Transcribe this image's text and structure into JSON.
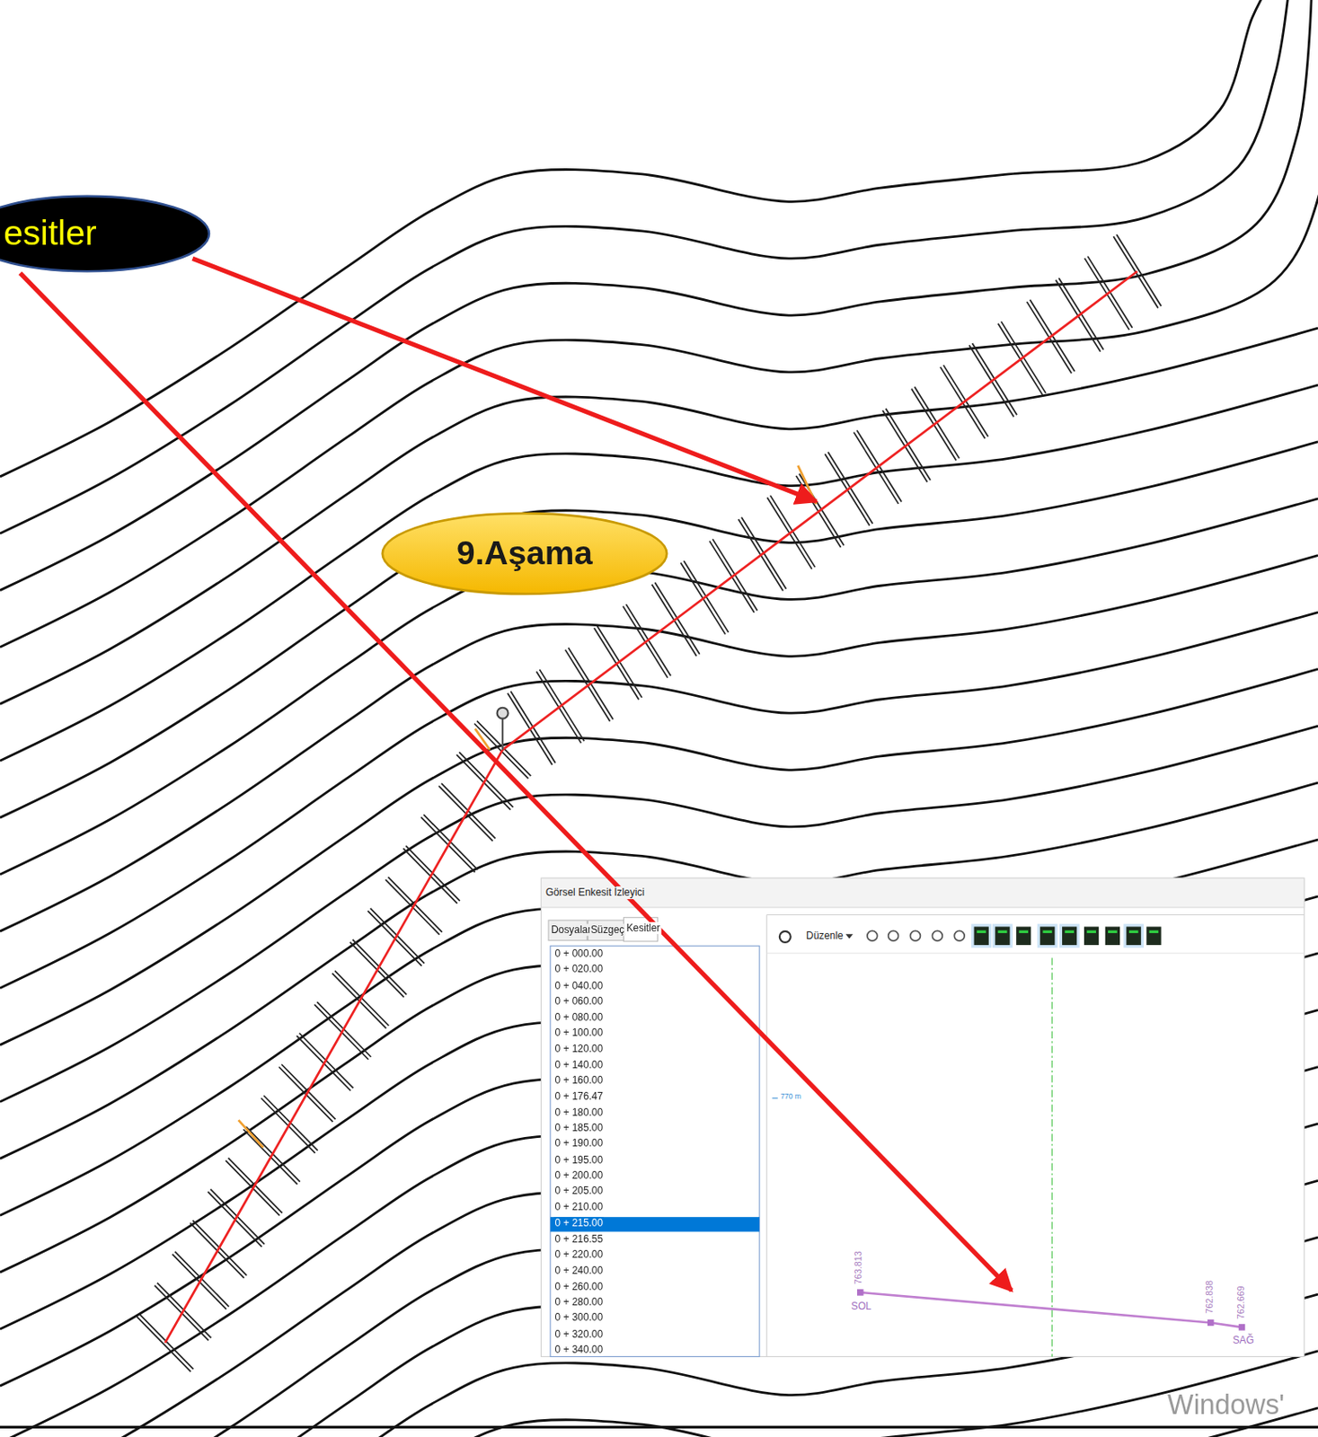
{
  "diagram": {
    "nodes": [
      {
        "text": [
          "esitler"
        ]
      },
      {
        "text": [
          "9.Aşama"
        ]
      }
    ],
    "labels": [
      "Görsel Enkesit İzleyici",
      "Dosyalar",
      "Süzgeç",
      "Kesitler",
      "0 + 000.00",
      "0 + 020.00",
      "0 + 040.00",
      "0 + 060.00",
      "0 + 080.00",
      "0 + 100.00",
      "0 + 120.00",
      "0 + 140.00",
      "0 + 160.00",
      "0 + 176.47",
      "0 + 180.00",
      "0 + 185.00",
      "0 + 190.00",
      "0 + 195.00",
      "0 + 200.00",
      "0 + 205.00",
      "0 + 210.00",
      "0 + 215.00",
      "0 + 216.55",
      "0 + 220.00",
      "0 + 240.00",
      "0 + 260.00",
      "0 + 280.00",
      "0 + 300.00",
      "0 + 320.00",
      "0 + 340.00",
      "Düzenle",
      "770 m",
      "763.813",
      "SOL",
      "762.838",
      "762.669",
      "SAĞ",
      "Windows'"
    ]
  }
}
